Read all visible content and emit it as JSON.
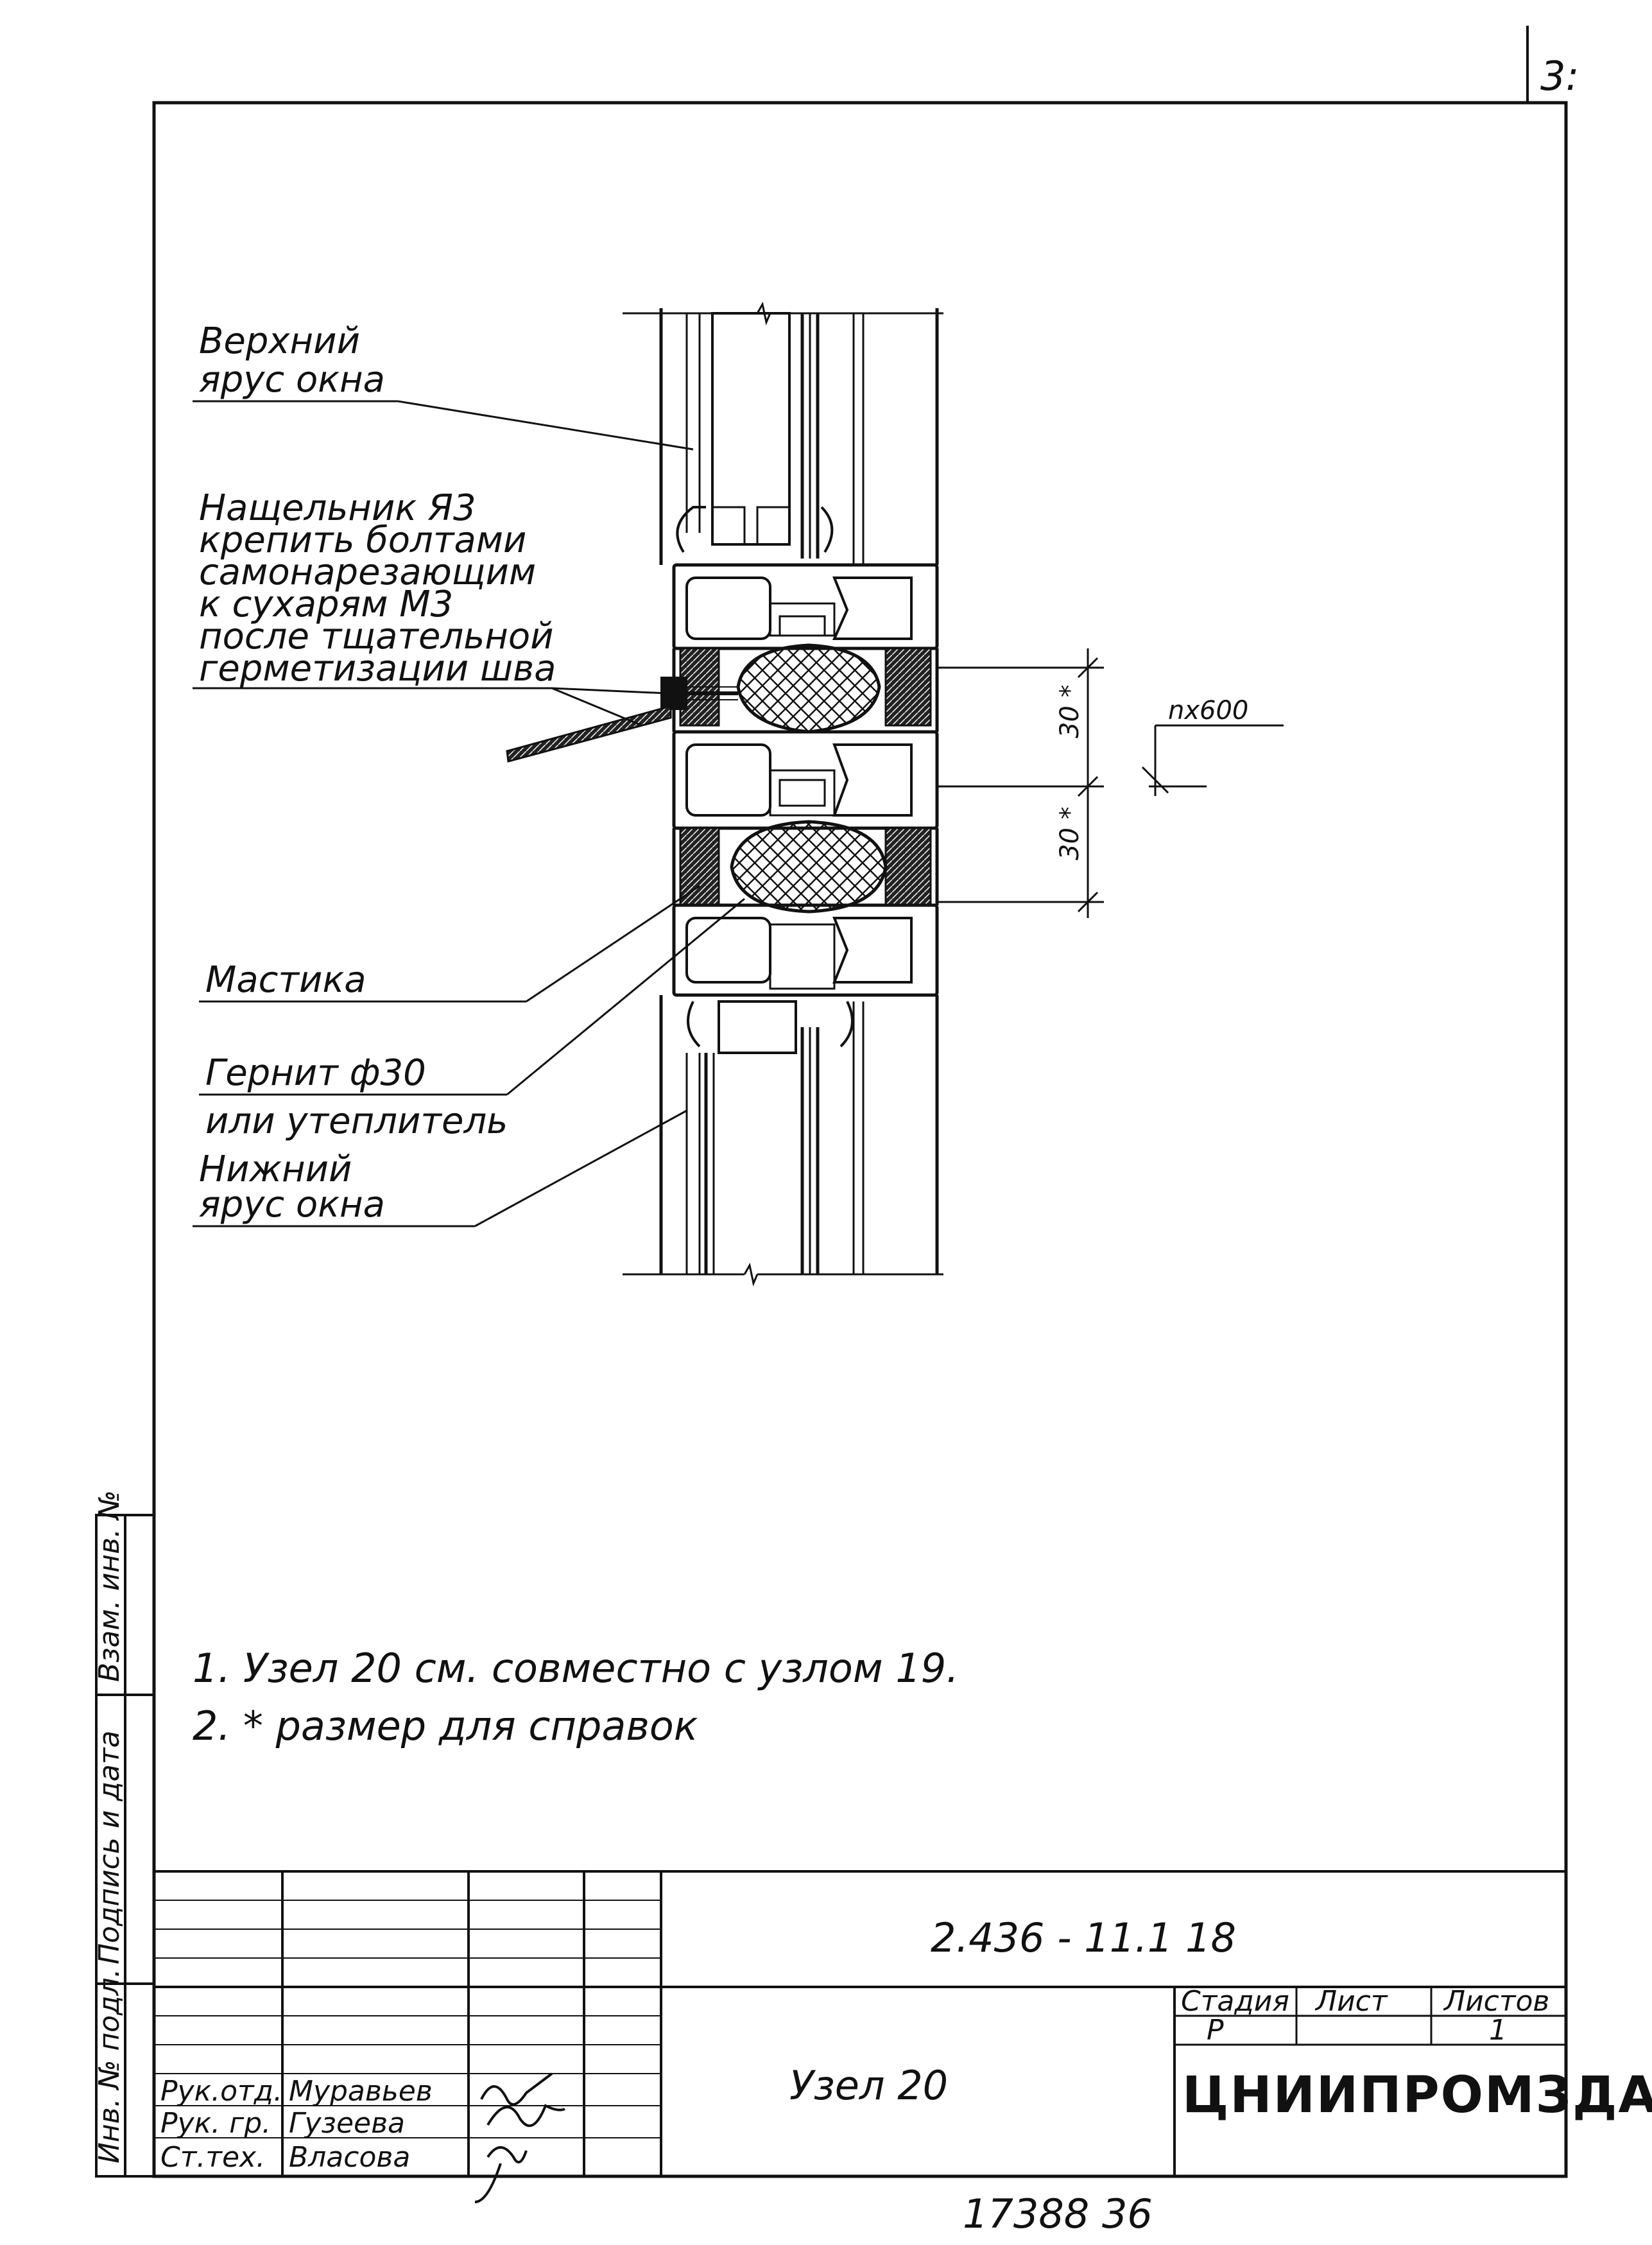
{
  "page_number": "3:",
  "labels": {
    "upper_tier": [
      "Верхний",
      "ярус окна"
    ],
    "batten": [
      "Нащельник Я3",
      "крепить болтами",
      "самонарезающим",
      "к сухарям М3",
      "после тщательной",
      "герметизации шва"
    ],
    "mastic": "Мастика",
    "gernit": [
      "Гернит ф30",
      "или утеплитель"
    ],
    "lower_tier": [
      "Нижний",
      "ярус окна"
    ]
  },
  "dimensions": {
    "upper": "30 *",
    "lower": "30 *",
    "spacing": "nx600"
  },
  "notes": [
    "1. Узел 20 см. совместно с узлом 19.",
    "2. * размер для справок"
  ],
  "side_stamp": {
    "inv_orig": "Инв. № подл.",
    "sign_date": "Подпись и дата",
    "replace_inv": "Взам. инв. №"
  },
  "title_block": {
    "code": "2.436 - 11.1 18",
    "title": "Узел 20",
    "stage_header": "Стадия",
    "sheet_header": "Лист",
    "sheets_header": "Листов",
    "stage_value": "Р",
    "sheets_value": "1",
    "organization": "ЦНИИПРОМЗДАНИЙ",
    "roles": [
      "Рук.отд.",
      "Рук. гр.",
      "Ст.тех."
    ],
    "names": [
      "Муравьев",
      "Гузеева",
      "Власова"
    ]
  },
  "footer_number": "17388 36",
  "colors": {
    "ink": "#111111",
    "paper": "#ffffff"
  }
}
